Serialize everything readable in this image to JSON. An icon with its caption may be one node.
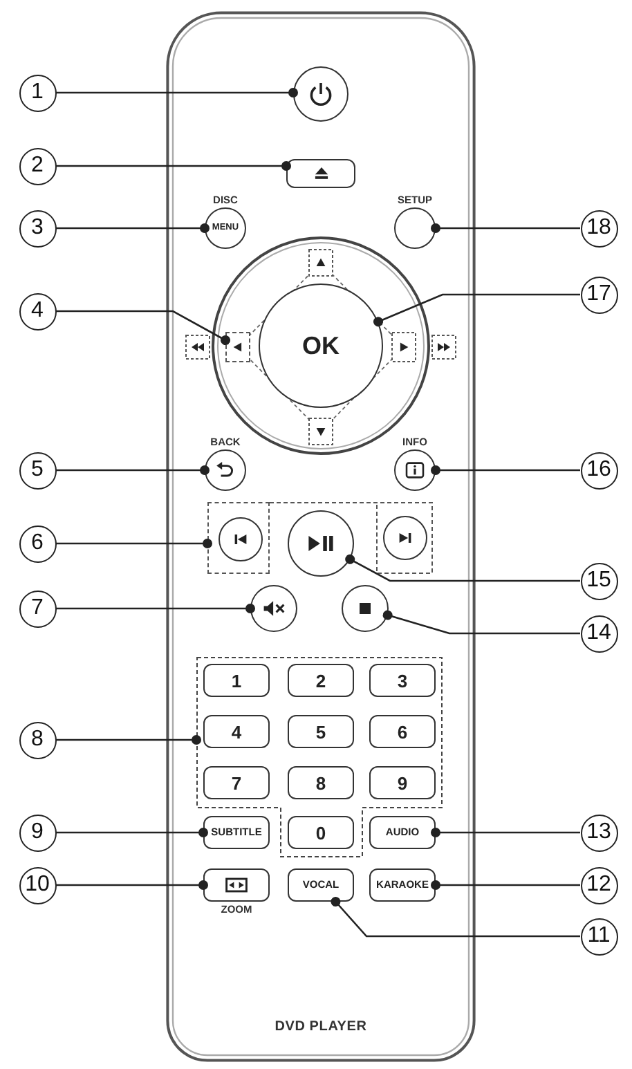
{
  "diagram": {
    "nodes": [
      {
        "text": [
          "DVD PLAYER"
        ]
      },
      {
        "text": [],
        "shape": "circle",
        "in": 0
      },
      {
        "text": [],
        "shape": "box",
        "in": 0
      },
      {
        "text": [
          "DISC",
          "MENU"
        ],
        "in": 0
      },
      {
        "text": [
          "SETUP"
        ],
        "in": 0
      },
      {
        "text": [],
        "shape": "box",
        "in": 0
      },
      {
        "text": [
          "OK"
        ],
        "in": 0
      },
      {
        "text": [
          "BACK"
        ],
        "in": 0
      },
      {
        "text": [
          "INFO"
        ],
        "in": 0
      },
      {
        "text": [],
        "shape": "box",
        "in": 0
      },
      {
        "text": [],
        "shape": "circle",
        "in": 9
      },
      {
        "text": [],
        "shape": "circle",
        "in": 0
      },
      {
        "text": [],
        "shape": "circle",
        "in": 0
      },
      {
        "text": [],
        "shape": "circle",
        "in": 0
      },
      {
        "text": [],
        "shape": "circle",
        "in": 0
      },
      {
        "text": [],
        "shape": "box",
        "in": 0
      },
      {
        "text": [
          "1"
        ],
        "in": 15
      },
      {
        "text": [
          "2"
        ],
        "in": 15
      },
      {
        "text": [
          "3"
        ],
        "in": 15
      },
      {
        "text": [
          "4"
        ],
        "in": 15
      },
      {
        "text": [
          "5"
        ],
        "in": 15
      },
      {
        "text": [
          "6"
        ],
        "in": 15
      },
      {
        "text": [
          "7"
        ],
        "in": 15
      },
      {
        "text": [
          "8"
        ],
        "in": 15
      },
      {
        "text": [
          "9"
        ],
        "in": 15
      },
      {
        "text": [
          "SUBTITLE"
        ],
        "in": 0
      },
      {
        "text": [
          "0"
        ],
        "in": 15
      },
      {
        "text": [
          "AUDIO"
        ],
        "in": 0
      },
      {
        "text": [
          "ZOOM"
        ],
        "in": 0
      },
      {
        "text": [
          "VOCAL"
        ],
        "in": 0
      },
      {
        "text": [
          "KARAOKE"
        ],
        "in": 0
      },
      {
        "text": [
          "1"
        ]
      },
      {
        "text": [
          "2"
        ]
      },
      {
        "text": [
          "3"
        ]
      },
      {
        "text": [
          "4"
        ]
      },
      {
        "text": [
          "5"
        ]
      },
      {
        "text": [
          "6"
        ]
      },
      {
        "text": [
          "7"
        ]
      },
      {
        "text": [
          "8"
        ]
      },
      {
        "text": [
          "9"
        ]
      },
      {
        "text": [
          "10"
        ]
      },
      {
        "text": [
          "11"
        ]
      },
      {
        "text": [
          "12"
        ]
      },
      {
        "text": [
          "13"
        ]
      },
      {
        "text": [
          "14"
        ]
      },
      {
        "text": [
          "15"
        ]
      },
      {
        "text": [
          "16"
        ]
      },
      {
        "text": [
          "17"
        ]
      },
      {
        "text": [
          "18"
        ]
      }
    ],
    "edges": [
      {
        "from": 31,
        "to": 1,
        "arrow": "other"
      },
      {
        "from": 32,
        "to": 2,
        "arrow": "other"
      },
      {
        "from": 33,
        "to": 3,
        "arrow": "other"
      },
      {
        "from": 34,
        "to": 5,
        "arrow": "other"
      },
      {
        "from": 35,
        "to": 7,
        "arrow": "other"
      },
      {
        "from": 36,
        "to": 9,
        "arrow": "other"
      },
      {
        "from": 37,
        "to": 13,
        "arrow": "other"
      },
      {
        "from": 38,
        "to": 15,
        "arrow": "other"
      },
      {
        "from": 39,
        "to": 25,
        "arrow": "other"
      },
      {
        "from": 40,
        "to": 28,
        "arrow": "other"
      },
      {
        "from": 41,
        "to": 29,
        "arrow": "other"
      },
      {
        "from": 42,
        "to": 30,
        "arrow": "other"
      },
      {
        "from": 43,
        "to": 27,
        "arrow": "other"
      },
      {
        "from": 44,
        "to": 14,
        "arrow": "other"
      },
      {
        "from": 45,
        "to": 11,
        "arrow": "other"
      },
      {
        "from": 46,
        "to": 8,
        "arrow": "other"
      },
      {
        "from": 47,
        "to": 6,
        "arrow": "other"
      },
      {
        "from": 48,
        "to": 4,
        "arrow": "other"
      }
    ]
  }
}
